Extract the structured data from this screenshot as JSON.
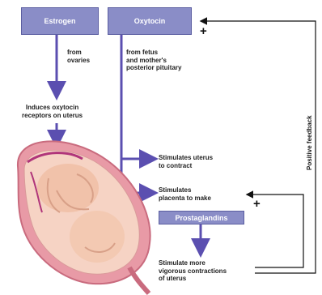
{
  "boxes": {
    "estrogen": "Estrogen",
    "oxytocin": "Oxytocin",
    "prostaglandins": "Prostaglandins"
  },
  "labels": {
    "from_ovaries": "from\novaries",
    "from_fetus": "from fetus\nand mother's\nposterior pituitary",
    "induces": "Induces oxytocin\nreceptors on uterus",
    "stimulates_uterus": "Stimulates uterus\nto contract",
    "stimulates_placenta": "Stimulates\nplacenta to make",
    "stimulate_more": "Stimulate more\nvigorous contractions\nof uterus",
    "positive_feedback": "Positive feedback",
    "plus_top": "+",
    "plus_mid": "+"
  },
  "colors": {
    "box_fill": "#8a8dc7",
    "arrow": "#5b4fb0",
    "feedback_line": "#111111"
  }
}
